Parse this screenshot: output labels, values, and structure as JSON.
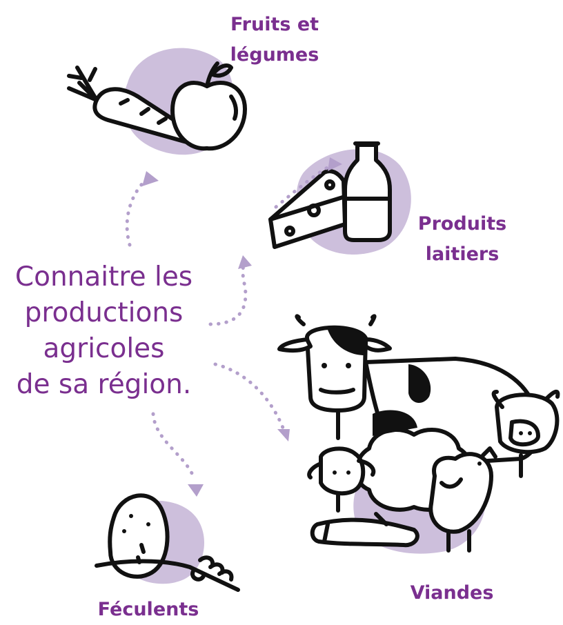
{
  "title": "Connaitre les productions agricoles de sa région.",
  "title_lines": [
    "Connaitre les",
    "productions",
    "agricoles",
    "de sa région."
  ],
  "categories": [
    {
      "id": "fruits",
      "label_lines": [
        "Fruits et",
        "légumes"
      ]
    },
    {
      "id": "laitiers",
      "label_lines": [
        "Produits",
        "laitiers"
      ]
    },
    {
      "id": "viandes",
      "label_lines": [
        "Viandes"
      ]
    },
    {
      "id": "feculents",
      "label_lines": [
        "Féculents"
      ]
    }
  ],
  "colors": {
    "text": "#7a2f8f",
    "blob": "#cdbfdc",
    "arrow": "#b39fcb",
    "ink": "#111111"
  }
}
